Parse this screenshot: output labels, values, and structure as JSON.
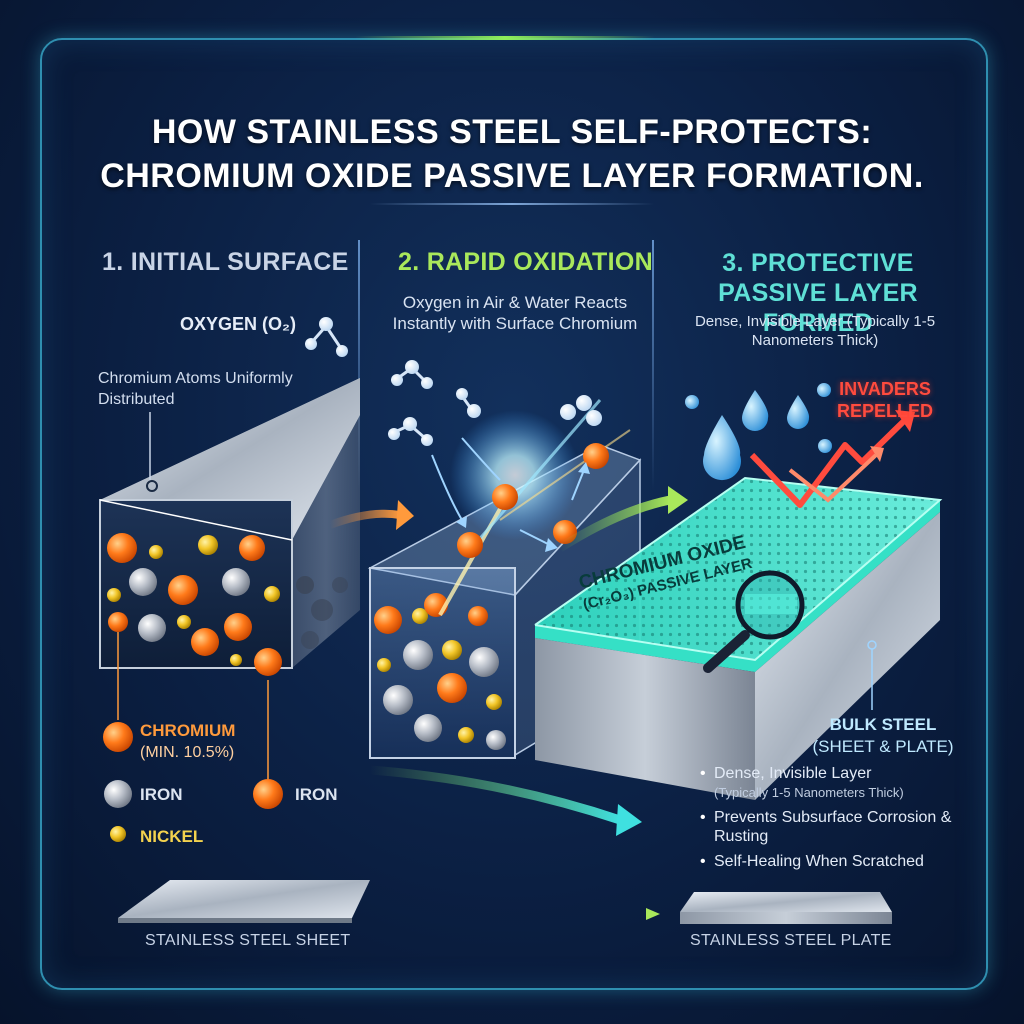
{
  "title": {
    "line1": "HOW STAINLESS STEEL SELF-PROTECTS:",
    "line2": "CHROMIUM OXIDE PASSIVE LAYER FORMATION."
  },
  "steps": [
    {
      "label": "1. INITIAL SURFACE"
    },
    {
      "label": "2. RAPID OXIDATION",
      "description": "Oxygen in Air & Water Reacts Instantly with Surface Chromium"
    },
    {
      "label": "3. PROTECTIVE PASSIVE LAYER FORMED",
      "description": "Dense, Invisible Layer (Typically 1-5 Nanometers Thick)"
    }
  ],
  "labels": {
    "oxygen": "OXYGEN (O₂)",
    "chromium_distribution": "Chromium Atoms Uniformly Distributed",
    "invaders": "INVADERS REPELLED",
    "passive_layer_line1": "CHROMIUM OXIDE",
    "passive_layer_line2": "(Cr₂O₃) PASSIVE LAYER",
    "bulk_steel": "BULK STEEL",
    "bulk_steel_sub": "(SHEET & PLATE)"
  },
  "legend": {
    "chromium": "CHROMIUM",
    "chromium_min": "(MIN. 10.5%)",
    "iron": "IRON",
    "iron_second": "IRON",
    "nickel": "NICKEL"
  },
  "bullets": [
    {
      "main": "Dense, Invisible Layer",
      "sub": "(Typically 1-5 Nanometers Thick)"
    },
    {
      "main": "Prevents Subsurface Corrosion & Rusting",
      "sub": ""
    },
    {
      "main": "Self-Healing When Scratched",
      "sub": ""
    }
  ],
  "footer": {
    "sheet": "STAINLESS STEEL SHEET",
    "plate": "STAINLESS STEEL PLATE"
  },
  "colors": {
    "chromium": "#ff7a1a",
    "iron": "#b8bec8",
    "nickel": "#f2c629",
    "passive_layer": "#38e6c8",
    "invaders": "#ff3b30",
    "accent_green": "#a9e85b",
    "accent_teal": "#5fe0d6"
  }
}
